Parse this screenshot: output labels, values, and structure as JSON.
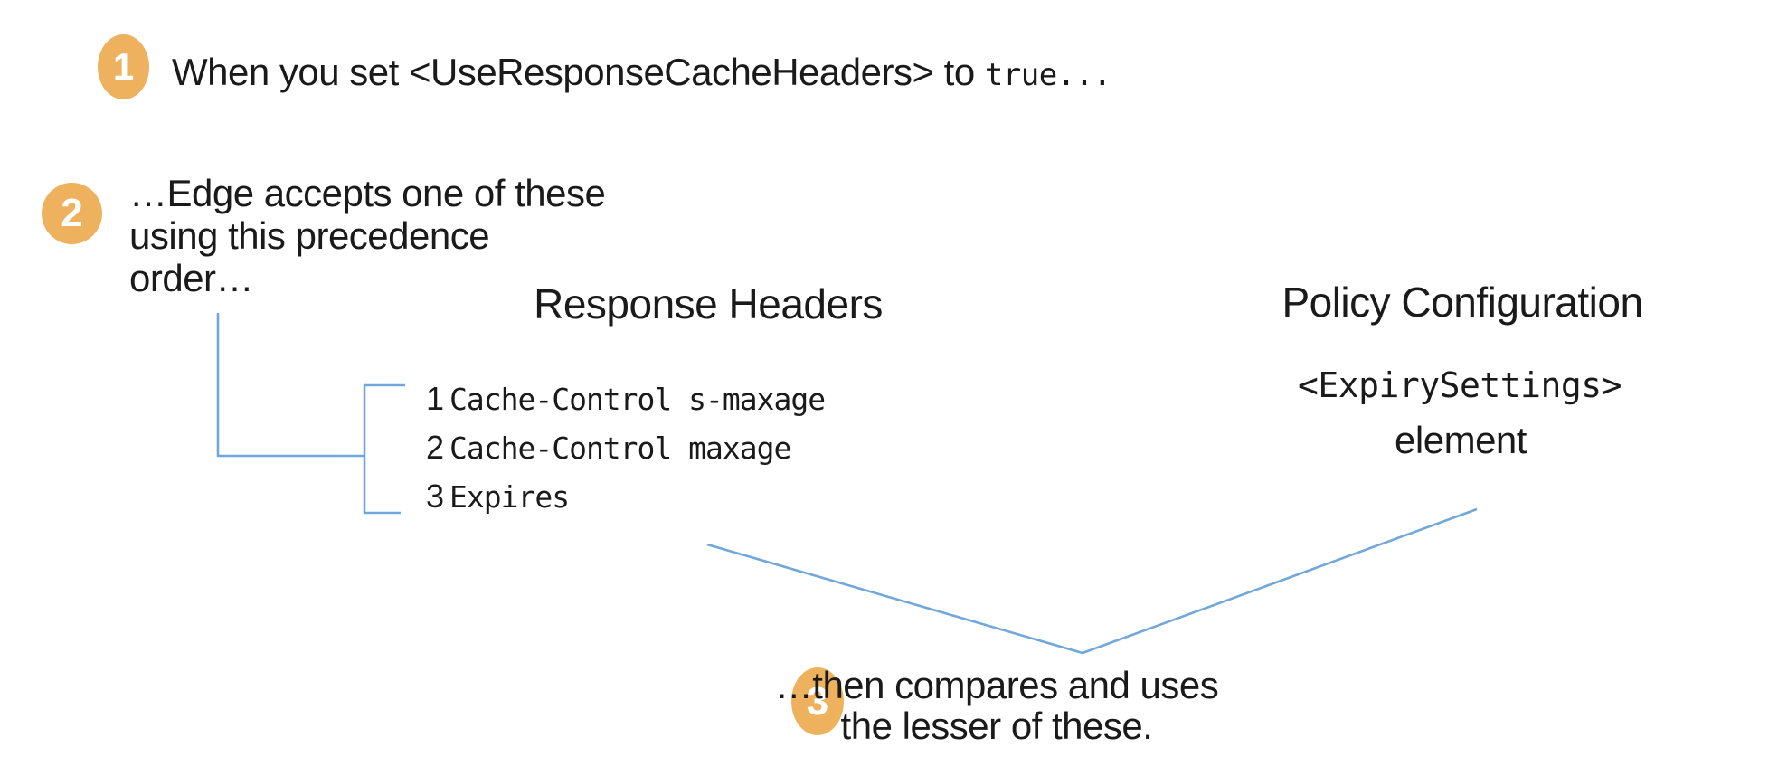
{
  "colors": {
    "badge_fill": "#eeb25f",
    "badge_text": "#ffffff",
    "line_blue": "#72a7d9",
    "text_color": "#1a1a1a",
    "canvas_bg": "#ffffff"
  },
  "steps": [
    {
      "number": "1",
      "text_prefix": "When you set <UseResponseCacheHeaders> to ",
      "text_code": "true..."
    },
    {
      "number": "2",
      "lines": [
        "…Edge accepts one of these",
        "using this precedence",
        "order…"
      ]
    },
    {
      "number": "3",
      "lines": [
        "…then compares and uses",
        "the lesser of these."
      ]
    }
  ],
  "response_headers": {
    "title": "Response Headers",
    "items": [
      {
        "rank": "1",
        "code": "Cache-Control s-maxage"
      },
      {
        "rank": "2",
        "code": "Cache-Control maxage"
      },
      {
        "rank": "3",
        "code": "Expires"
      }
    ]
  },
  "policy_configuration": {
    "title": "Policy Configuration",
    "code": "<ExpirySettings>",
    "label": "element"
  }
}
